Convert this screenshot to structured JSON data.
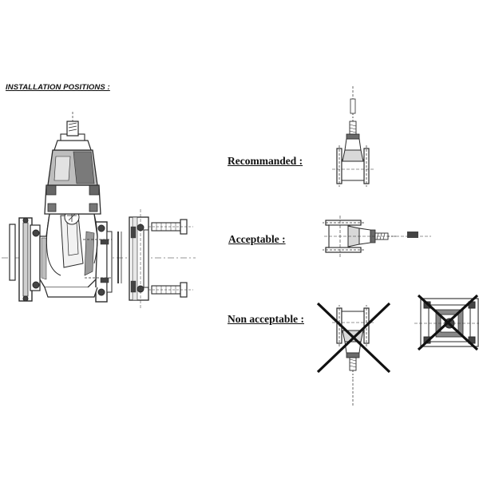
{
  "heading": "INSTALLATION POSITIONS :",
  "positions": {
    "recommended": "Recommanded :",
    "acceptable": "Acceptable :",
    "non_acceptable": "Non acceptable :"
  },
  "colors": {
    "line": "#2a2a2a",
    "fill": "#6a6a6a",
    "cross": "#111111"
  }
}
